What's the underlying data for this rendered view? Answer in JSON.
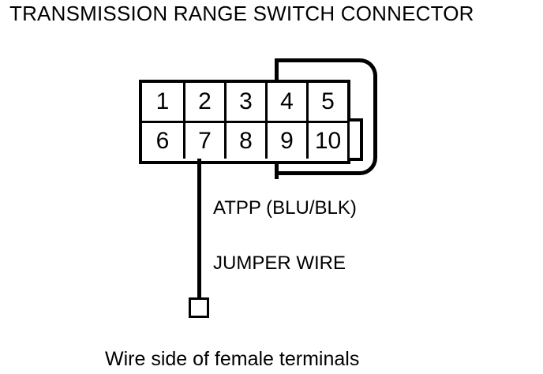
{
  "title": "TRANSMISSION RANGE SWITCH CONNECTOR",
  "caption": "Wire side of female terminals",
  "connector": {
    "name": "transmission-range-switch-connector",
    "top_row": [
      "1",
      "2",
      "3",
      "4",
      "5"
    ],
    "bottom_row": [
      "6",
      "7",
      "8",
      "9",
      "10"
    ],
    "blank_lock_cell": "",
    "wire_from_pin": "7"
  },
  "callouts": {
    "circuit": "ATPP (BLU/BLK)",
    "jumper": "JUMPER WIRE"
  },
  "colors": {
    "line": "#000000",
    "background": "#ffffff"
  }
}
